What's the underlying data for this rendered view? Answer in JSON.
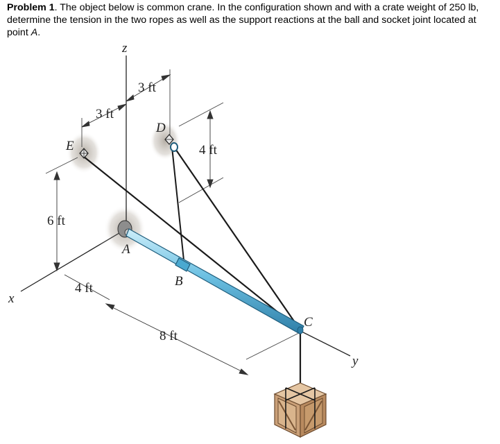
{
  "problem": {
    "label": "Problem 1",
    "text_before_A": ". The object below is common crane.  In the configuration shown and with a crate weight of 250 lb, determine the tension in the two ropes as well as the support reactions at the ball and socket joint located at point ",
    "point": "A",
    "end": "."
  },
  "figure": {
    "axes": {
      "z": "z",
      "x": "x",
      "y": "y"
    },
    "points": {
      "A": "A",
      "B": "B",
      "C": "C",
      "D": "D",
      "E": "E"
    },
    "dimensions": {
      "d_3ft_top": "3 ft",
      "d_3ft_left": "3 ft",
      "d_4ft_right": "4 ft",
      "d_6ft": "6 ft",
      "d_4ft_bottom": "4 ft",
      "d_8ft": "8 ft"
    },
    "colors": {
      "boom": "#5fb3d6",
      "boom_highlight": "#bfe6f5",
      "crate_light": "#d9b48c",
      "crate_dark": "#7a5535",
      "support_shadow": "#bdb6ad"
    }
  }
}
